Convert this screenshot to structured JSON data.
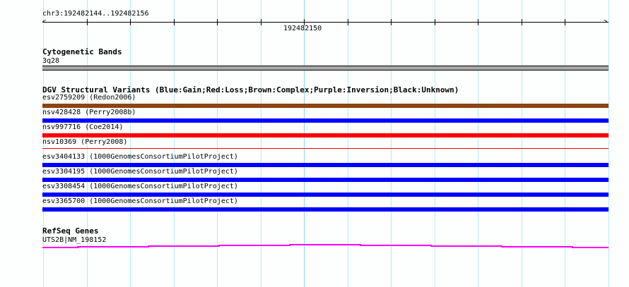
{
  "ruler": {
    "location": "chr3:192482144..192482156",
    "center_label": "192482150"
  },
  "tracks": {
    "cyto": {
      "title": "Cytogenetic Bands",
      "feature": "3q28",
      "color": "#a8a8a8"
    },
    "dgv": {
      "title": "DGV Structural Variants (Blue:Gain;Red:Loss;Brown:Complex;Purple:Inversion;Black:Unknown)",
      "features": [
        {
          "label": "esv2759209 (Redon2006)",
          "color": "#8b4513",
          "thin": false
        },
        {
          "label": "nsv428428 (Perry2008b)",
          "color": "#0000ff",
          "thin": false
        },
        {
          "label": "nsv997716 (Coe2014)",
          "color": "#ff0000",
          "thin": false
        },
        {
          "label": "nsv10369 (Perry2008)",
          "color": "#ff0000",
          "thin": true
        },
        {
          "label": "esv3404133 (1000GenomesConsortiumPilotProject)",
          "color": "#0000ff",
          "thin": false
        },
        {
          "label": "esv3304195 (1000GenomesConsortiumPilotProject)",
          "color": "#0000ff",
          "thin": false
        },
        {
          "label": "esv3308454 (1000GenomesConsortiumPilotProject)",
          "color": "#0000ff",
          "thin": false
        },
        {
          "label": "esv3365700 (1000GenomesConsortiumPilotProject)",
          "color": "#0000ff",
          "thin": false
        }
      ]
    },
    "refseq": {
      "title": "RefSeq Genes",
      "feature": "UTS2B|NM_198152",
      "color": "#ff00ff"
    }
  }
}
